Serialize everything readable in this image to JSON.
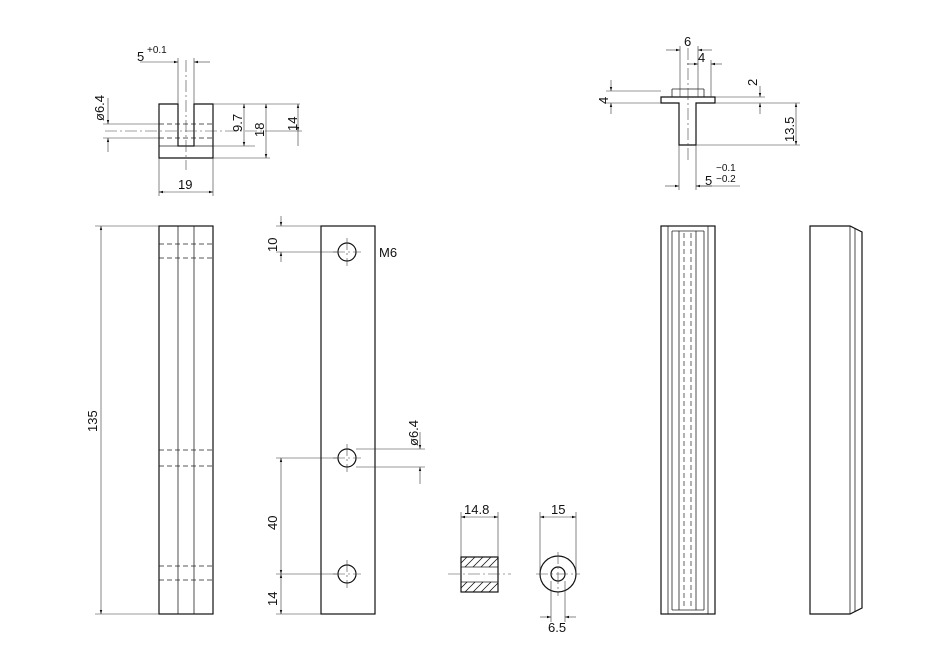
{
  "dimensions": {
    "slot_width": "5",
    "slot_tol": "+0.1",
    "hole_dia_top": "ø6.4",
    "inner_depth": "9.7",
    "total_height": "18",
    "hole_offset": "14",
    "bar_width": "19",
    "t_flange_width": "6",
    "t_inner_width": "4",
    "t_flange_thickness": "4",
    "t_step": "2",
    "t_stem_height": "13.5",
    "t_stem_width": "5",
    "t_stem_tol_upper": "−0.1",
    "t_stem_tol_lower": "−0.2",
    "bar_length": "135",
    "thread_label": "M6",
    "end_hole_spacing": "10",
    "mid_hole_dia": "ø6.4",
    "hole_pitch": "40",
    "bottom_hole_offset": "14",
    "bush_length": "14.8",
    "bush_outer_dia": "15",
    "bush_inner_dia": "6.5"
  }
}
